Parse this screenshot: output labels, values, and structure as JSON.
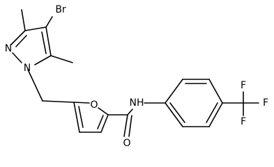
{
  "colors": {
    "background": "#ffffff",
    "ink": "#000000"
  },
  "atoms": {
    "br": "Br",
    "n_pyrazole_2": "N",
    "n_pyrazole_1": "N",
    "o_furan": "O",
    "nh_amide": "NH",
    "o_carbonyl": "O",
    "f_top": "F",
    "f_right": "F",
    "f_bottom": "F"
  }
}
